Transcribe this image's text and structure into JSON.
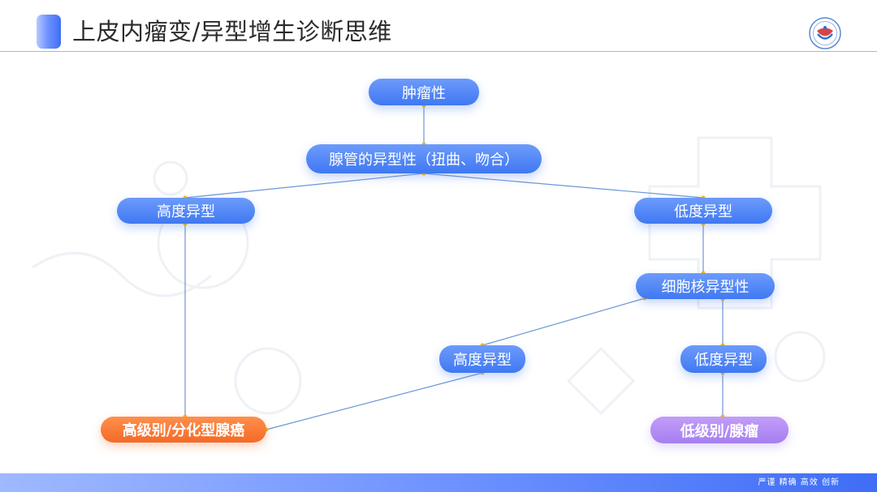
{
  "header": {
    "title": "上皮内瘤变/异型增生诊断思维"
  },
  "diagram": {
    "nodes": {
      "neoplastic": "肿瘤性",
      "glandular_atypia": "腺管的异型性（扭曲、吻合）",
      "high_atypia_left": "高度异型",
      "low_atypia_right": "低度异型",
      "nuclear_atypia": "细胞核异型性",
      "high_atypia_mid": "高度异型",
      "low_atypia_lower": "低度异型",
      "high_grade_result": "高级别/分化型腺癌",
      "low_grade_result": "低级别/腺瘤"
    }
  },
  "footer": {
    "slogan": "严谨 精确 高效 创新"
  },
  "colors": {
    "node_blue": "#4a82f5",
    "node_orange": "#f77a35",
    "node_purple": "#b08cf4",
    "connector": "#6d95d8",
    "connector_dot": "#f5b800",
    "header_accent": "#3f6df6"
  }
}
